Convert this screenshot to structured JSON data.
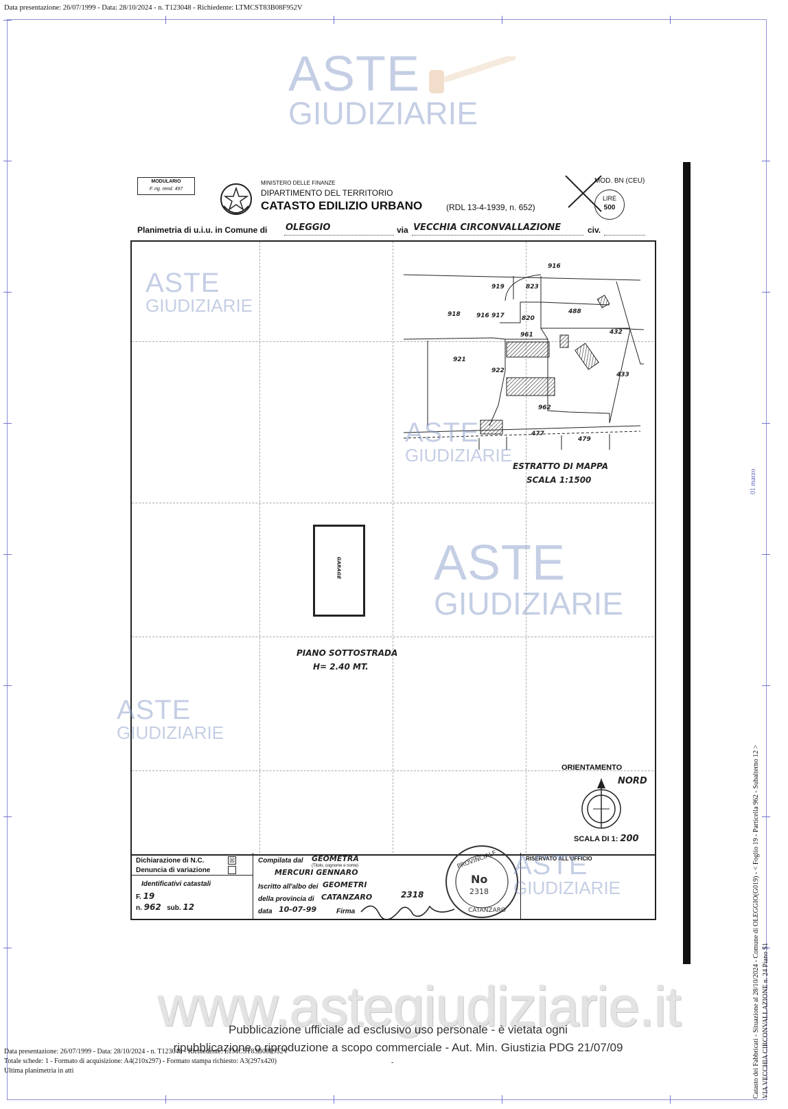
{
  "header_line": "Data presentazione: 26/07/1999 - Data: 28/10/2024 - n. T123048 - Richiedente: LTMCST83B08F952V",
  "watermark": {
    "aste": "ASTE",
    "giudiziarie": "GIUDIZIARIE",
    "site": "www.astegiudiziarie.it"
  },
  "notice": {
    "line1": "Pubblicazione ufficiale ad esclusivo uso personale - è vietata ogni",
    "line2": "ripubblicazione o riproduzione a scopo commerciale - Aut. Min. Giustizia PDG 21/07/09"
  },
  "footer": {
    "line1": "Data presentazione: 26/07/1999 - Data: 28/10/2024 - n. T123048 - Richiedente: LTMCST83B08F952V",
    "line2": "Totale schede: 1 - Formato di acquisizione: A4(210x297) - Formato stampa richiesto: A3(297x420)",
    "line3": "Ultima planimetria in atti",
    "dash": "-"
  },
  "side_right": {
    "line1": "Catasto dei Fabbricati - Situazione al 28/10/2024 - Comune di OLEGGIO(G019) - < Foglio 19 - Particella 962 - Subalterno 12 >",
    "line2": "VIA VECCHIA CIRCONVALLAZIONE n. 24 Piano S1",
    "mark": "01 marzo"
  },
  "form": {
    "modulario": "MODULARIO",
    "modulario_sub": "F. rig. rend. 497",
    "ministry": "MINISTERO DELLE FINANZE",
    "department": "DIPARTIMENTO DEL TERRITORIO",
    "title": "CATASTO EDILIZIO URBANO",
    "law": "(RDL 13-4-1939, n. 652)",
    "mod": "MOD. BN (CEU)",
    "lire_label": "LIRE",
    "lire_value": "500",
    "planimetria_label": "Planimetria di u.i.u. in Comune di",
    "comune": "OLEGGIO",
    "via_label": "via",
    "via": "VECCHIA CIRCONVALLAZIONE",
    "civ_label": "civ."
  },
  "map": {
    "parcels": [
      "916",
      "919",
      "823",
      "918",
      "916",
      "917",
      "820",
      "488",
      "432",
      "961",
      "921",
      "922",
      "433",
      "962",
      "477",
      "479"
    ],
    "estratto": "ESTRATTO DI MAPPA",
    "scala": "SCALA 1:1500"
  },
  "plan": {
    "room": "GARAGE",
    "piano": "PIANO SOTTOSTRADA",
    "height": "H= 2.40 MT.",
    "orientamento": "ORIENTAMENTO",
    "nord": "NORD",
    "scala_label": "SCALA DI 1:",
    "scala_value": "200"
  },
  "bottom": {
    "dichiarazione": "Dichiarazione di N.C.",
    "denuncia": "Denuncia di variazione",
    "identificativi": "Identificativi catastali",
    "f_label": "F.",
    "f_value": "19",
    "n_label": "n.",
    "n_value": "962",
    "sub_label": "sub.",
    "sub_value": "12",
    "compilata_label": "Compilata dal",
    "compilata_value": "GEOMETRA",
    "titolo_hint": "(Titolo, cognome e nome)",
    "nome": "MERCURI GENNARO",
    "iscritto_label": "Iscritto all'albo dei",
    "iscritto_value": "GEOMETRI",
    "provincia_label": "della provincia di",
    "provincia_value": "CATANZARO",
    "numero": "2318",
    "data_label": "data",
    "data_value": "10-07-99",
    "firma_label": "Firma",
    "riservato": "RISERVATO ALL'UFFICIO",
    "stamp_no": "No",
    "stamp_num": "2318",
    "stamp_top": "PROVINCIALE",
    "stamp_bottom": "CATANZARO"
  }
}
